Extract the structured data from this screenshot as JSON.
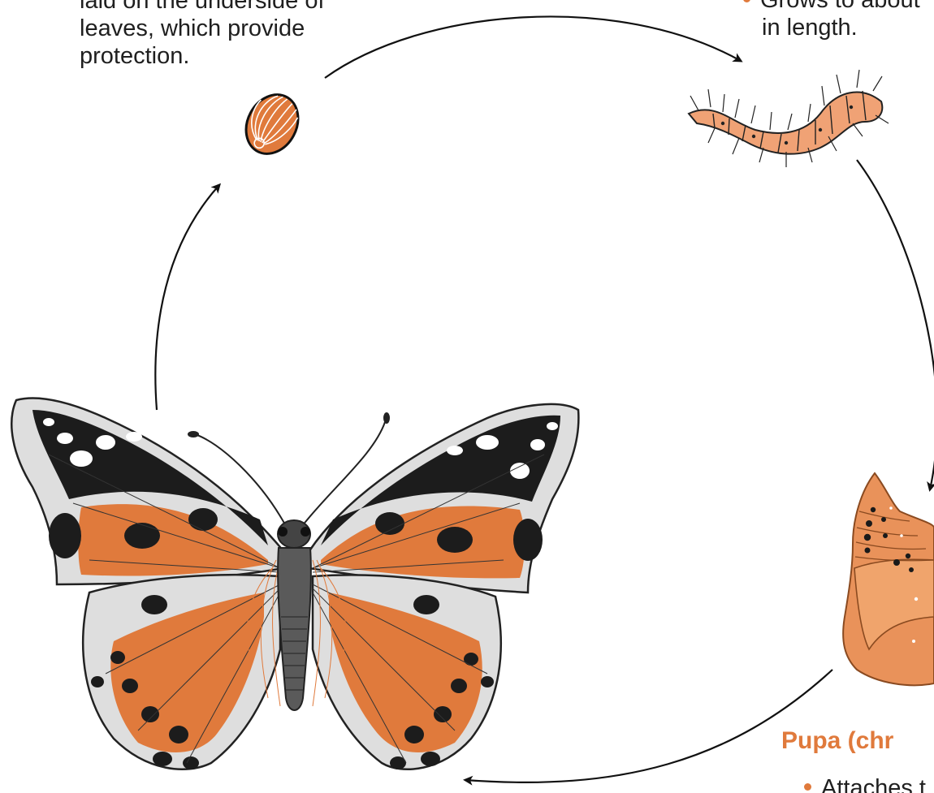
{
  "colors": {
    "accent": "#e07a3c",
    "pupa_fill": "#e9925a",
    "caterpillar_fill": "#f0a275",
    "wing_black": "#1c1c1c",
    "wing_gray": "#dedede",
    "body_gray": "#5a5a5a",
    "text": "#1f1f1f"
  },
  "egg": {
    "description_lines": [
      "laid on the underside of",
      "leaves, which provide",
      "protection."
    ]
  },
  "caterpillar": {
    "bullet_line_1": "Grows to about",
    "bullet_line_2": "in length."
  },
  "pupa": {
    "heading": "Pupa (chr",
    "bullet_1": "Attaches t"
  },
  "icons": [
    "egg-icon",
    "caterpillar-icon",
    "pupa-icon",
    "butterfly-icon",
    "cycle-arrow-icon"
  ]
}
